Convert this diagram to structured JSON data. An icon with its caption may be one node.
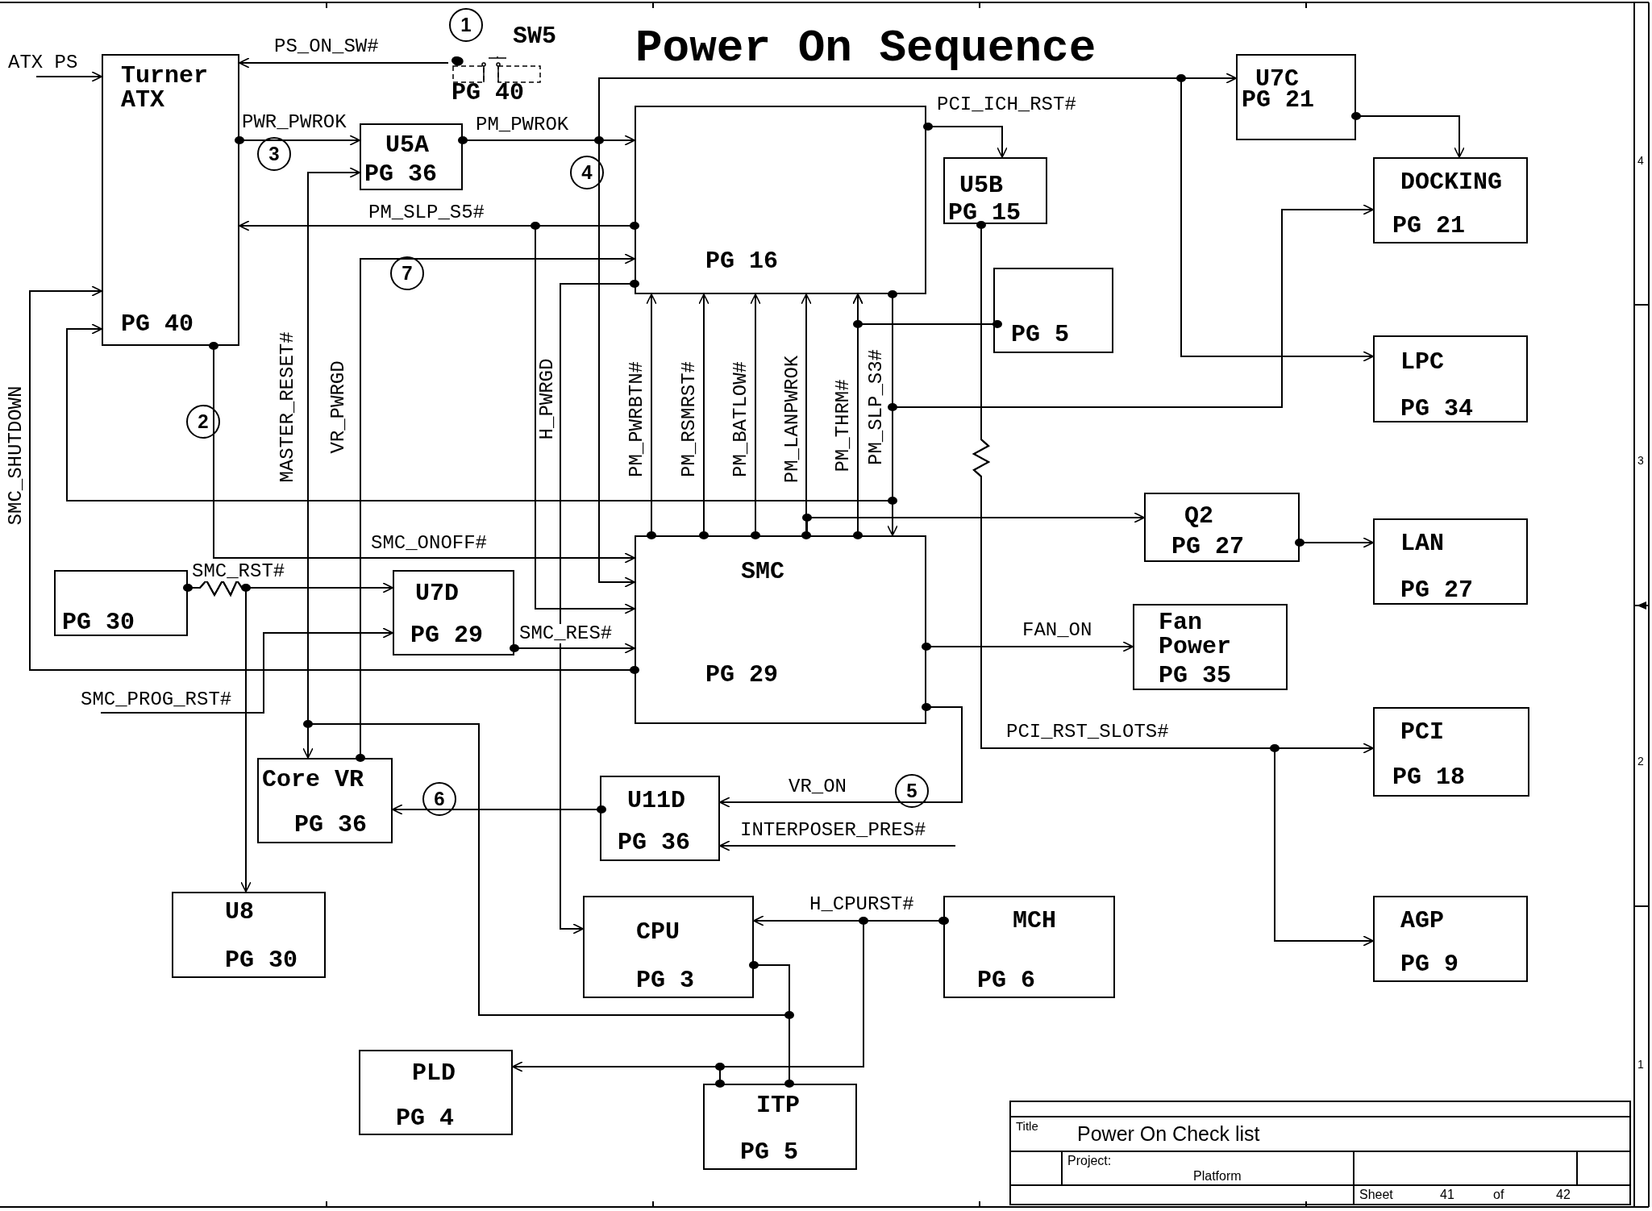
{
  "diagram": {
    "title": "Power On Sequence",
    "nodes": [
      {
        "text": [
          "Turner ATX",
          "PG 40"
        ]
      },
      {
        "text": [
          "SW5",
          "PG 40"
        ]
      },
      {
        "text": [
          "U5A",
          "PG 36"
        ]
      },
      {
        "text": [
          "PG 16"
        ]
      },
      {
        "text": [
          "U7C",
          "PG 21"
        ]
      },
      {
        "text": [
          "U5B",
          "PG 15"
        ]
      },
      {
        "text": [
          "DOCKING",
          "PG 21"
        ]
      },
      {
        "text": [
          "PG 5"
        ]
      },
      {
        "text": [
          "LPC",
          "PG 34"
        ]
      },
      {
        "text": [
          "Q2",
          "PG 27"
        ]
      },
      {
        "text": [
          "LAN",
          "PG 27"
        ]
      },
      {
        "text": [
          "PG 30"
        ]
      },
      {
        "text": [
          "U7D",
          "PG 29"
        ]
      },
      {
        "text": [
          "SMC",
          "PG 29"
        ]
      },
      {
        "text": [
          "Fan Power",
          "PG 35"
        ]
      },
      {
        "text": [
          "PCI",
          "PG 18"
        ]
      },
      {
        "text": [
          "Core VR",
          "PG 36"
        ]
      },
      {
        "text": [
          "U11D",
          "PG 36"
        ]
      },
      {
        "text": [
          "U8",
          "PG 30"
        ]
      },
      {
        "text": [
          "CPU",
          "PG 3"
        ]
      },
      {
        "text": [
          "MCH",
          "PG 6"
        ]
      },
      {
        "text": [
          "AGP",
          "PG 9"
        ]
      },
      {
        "text": [
          "PLD",
          "PG 4"
        ]
      },
      {
        "text": [
          "ITP",
          "PG 5"
        ]
      }
    ],
    "edges": [
      {
        "from": null,
        "to": 0,
        "arrow": "to",
        "label": "ATX PS"
      },
      {
        "from": 1,
        "to": 0,
        "arrow": "to",
        "label": "PS_ON_SW#"
      },
      {
        "from": 0,
        "to": 2,
        "arrow": "to",
        "label": "PWR_PWROK"
      },
      {
        "from": 2,
        "to": 3,
        "arrow": "to",
        "label": "PM_PWROK"
      },
      {
        "from": 2,
        "to": 4,
        "arrow": "to"
      },
      {
        "from": 2,
        "to": 8,
        "arrow": "to"
      },
      {
        "from": 2,
        "to": 13,
        "arrow": "to"
      },
      {
        "from": 4,
        "to": 6,
        "arrow": "to"
      },
      {
        "from": 3,
        "to": 0,
        "arrow": "to",
        "label": "PM_SLP_S5#"
      },
      {
        "from": 3,
        "to": 13,
        "arrow": "to"
      },
      {
        "from": 16,
        "to": 3,
        "arrow": "to",
        "label": "VR_PWRGD"
      },
      {
        "from": 23,
        "to": 2,
        "arrow": "to",
        "label": "MASTER_RESET#"
      },
      {
        "from": 23,
        "to": 16,
        "arrow": "to"
      },
      {
        "from": 19,
        "to": 23,
        "arrow": "other"
      },
      {
        "from": 3,
        "to": 19,
        "arrow": "to",
        "label": "H_PWRGD"
      },
      {
        "from": 13,
        "to": 0,
        "arrow": "to",
        "label": "SMC_SHUTDOWN"
      },
      {
        "from": 3,
        "to": 0,
        "arrow": "to"
      },
      {
        "from": 3,
        "to": 13,
        "arrow": "to",
        "label": "PM_SLP_S3#"
      },
      {
        "from": 3,
        "to": 6,
        "arrow": "to"
      },
      {
        "from": 13,
        "to": 3,
        "arrow": "to",
        "label": "PM_PWRBTN#"
      },
      {
        "from": 13,
        "to": 3,
        "arrow": "to",
        "label": "PM_RSMRST#"
      },
      {
        "from": 13,
        "to": 3,
        "arrow": "to",
        "label": "PM_BATLOW#"
      },
      {
        "from": 13,
        "to": 3,
        "arrow": "to",
        "label": "PM_LANPWROK"
      },
      {
        "from": 13,
        "to": 3,
        "arrow": "to",
        "label": "PM_THRM#"
      },
      {
        "from": 7,
        "to": 3,
        "arrow": "to"
      },
      {
        "from": 13,
        "to": 9,
        "arrow": "to"
      },
      {
        "from": 9,
        "to": 10,
        "arrow": "to"
      },
      {
        "from": 0,
        "to": 13,
        "arrow": "to",
        "label": "SMC_ONOFF#"
      },
      {
        "from": 11,
        "to": 12,
        "arrow": "to",
        "label": "SMC_RST#"
      },
      {
        "from": 11,
        "to": 18,
        "arrow": "to"
      },
      {
        "from": null,
        "to": 12,
        "arrow": "to",
        "label": "SMC_PROG_RST#"
      },
      {
        "from": 12,
        "to": 13,
        "arrow": "to",
        "label": "SMC_RES#"
      },
      {
        "from": 13,
        "to": 14,
        "arrow": "to",
        "label": "FAN_ON"
      },
      {
        "from": 13,
        "to": 17,
        "arrow": "to",
        "label": "VR_ON"
      },
      {
        "from": null,
        "to": 17,
        "arrow": "to",
        "label": "INTERPOSER_PRES#"
      },
      {
        "from": 17,
        "to": 16,
        "arrow": "to"
      },
      {
        "from": 5,
        "to": 15,
        "arrow": "to",
        "label": "PCI_RST_SLOTS#"
      },
      {
        "from": 5,
        "to": 21,
        "arrow": "to"
      },
      {
        "from": 3,
        "to": 5,
        "arrow": "to",
        "label": "PCI_ICH_RST#"
      },
      {
        "from": 20,
        "to": 19,
        "arrow": "to",
        "label": "H_CPURST#"
      },
      {
        "from": 20,
        "to": 22,
        "arrow": "to"
      },
      {
        "from": 20,
        "to": 23,
        "arrow": "other"
      }
    ],
    "labels": [
      "1",
      "3",
      "4",
      "7",
      "2",
      "5",
      "6",
      "4",
      "3",
      "2",
      "1",
      "Title",
      "Power On Check list",
      "Project:",
      "Platform",
      "Sheet",
      "41",
      "of",
      "42"
    ]
  }
}
